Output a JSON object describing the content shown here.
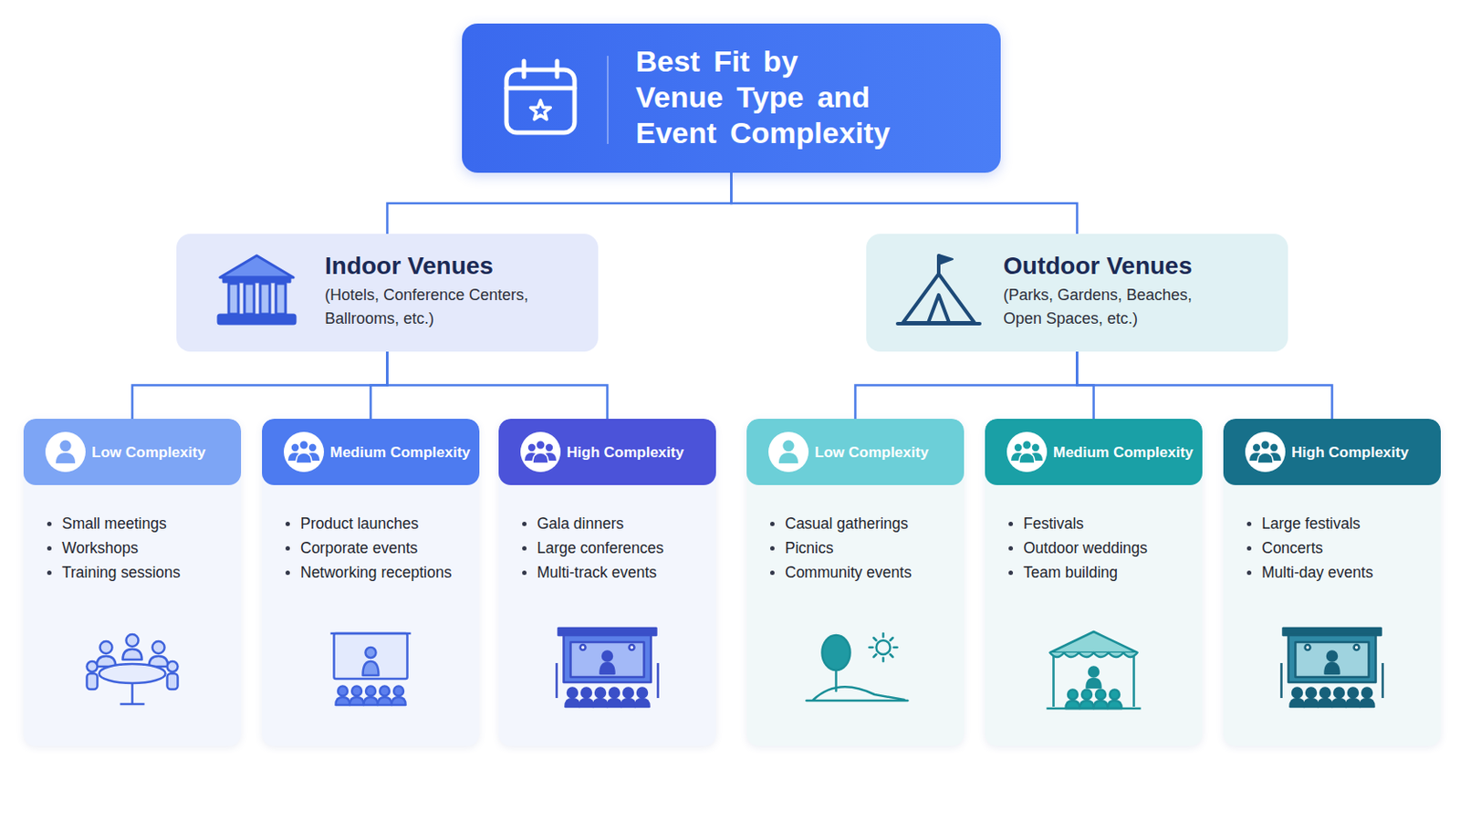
{
  "diagram": {
    "nodes": [
      {
        "text": [
          "Best Fit by Venue Type and Event Complexity"
        ]
      },
      {
        "text": [
          "Indoor Venues",
          "(Hotels, Conference Centers, Ballrooms, etc.)"
        ]
      },
      {
        "text": [
          "Outdoor Venues",
          "(Parks, Gardens, Beaches, Open Spaces, etc.)"
        ]
      },
      {
        "text": [
          "Low Complexity",
          "Small meetings",
          "Workshops",
          "Training sessions"
        ]
      },
      {
        "text": [
          "Medium Complexity",
          "Product launches",
          "Corporate events",
          "Networking receptions"
        ]
      },
      {
        "text": [
          "High Complexity",
          "Gala dinners",
          "Large conferences",
          "Multi-track events"
        ]
      },
      {
        "text": [
          "Low Complexity",
          "Casual gatherings",
          "Picnics",
          "Community events"
        ]
      },
      {
        "text": [
          "Medium Complexity",
          "Festivals",
          "Outdoor weddings",
          "Team building"
        ]
      },
      {
        "text": [
          "High Complexity",
          "Large festivals",
          "Concerts",
          "Multi-day events"
        ]
      }
    ],
    "edges": [
      {
        "from": 0,
        "to": 1,
        "arrow": "none"
      },
      {
        "from": 0,
        "to": 2,
        "arrow": "none"
      },
      {
        "from": 1,
        "to": 3,
        "arrow": "none"
      },
      {
        "from": 1,
        "to": 4,
        "arrow": "none"
      },
      {
        "from": 1,
        "to": 5,
        "arrow": "none"
      },
      {
        "from": 2,
        "to": 6,
        "arrow": "none"
      },
      {
        "from": 2,
        "to": 7,
        "arrow": "none"
      },
      {
        "from": 2,
        "to": 8,
        "arrow": "none"
      }
    ]
  }
}
